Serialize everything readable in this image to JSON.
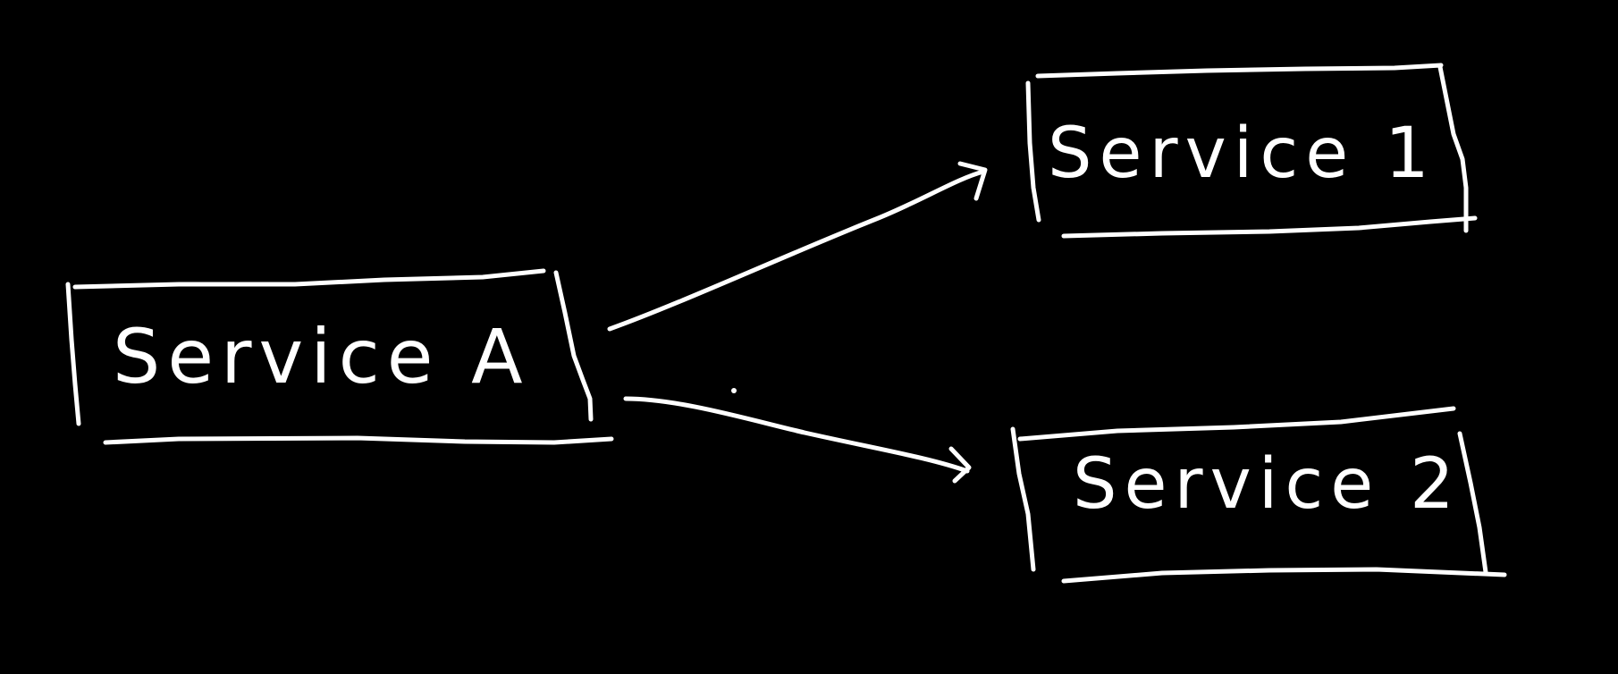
{
  "colors": {
    "background": "#000000",
    "ink": "#ffffff"
  },
  "diagram": {
    "nodes": [
      {
        "id": "service-a",
        "label": "Service A"
      },
      {
        "id": "service-1",
        "label": "Service 1"
      },
      {
        "id": "service-2",
        "label": "Service 2"
      }
    ],
    "edges": [
      {
        "from": "service-a",
        "to": "service-1"
      },
      {
        "from": "service-a",
        "to": "service-2"
      }
    ]
  }
}
